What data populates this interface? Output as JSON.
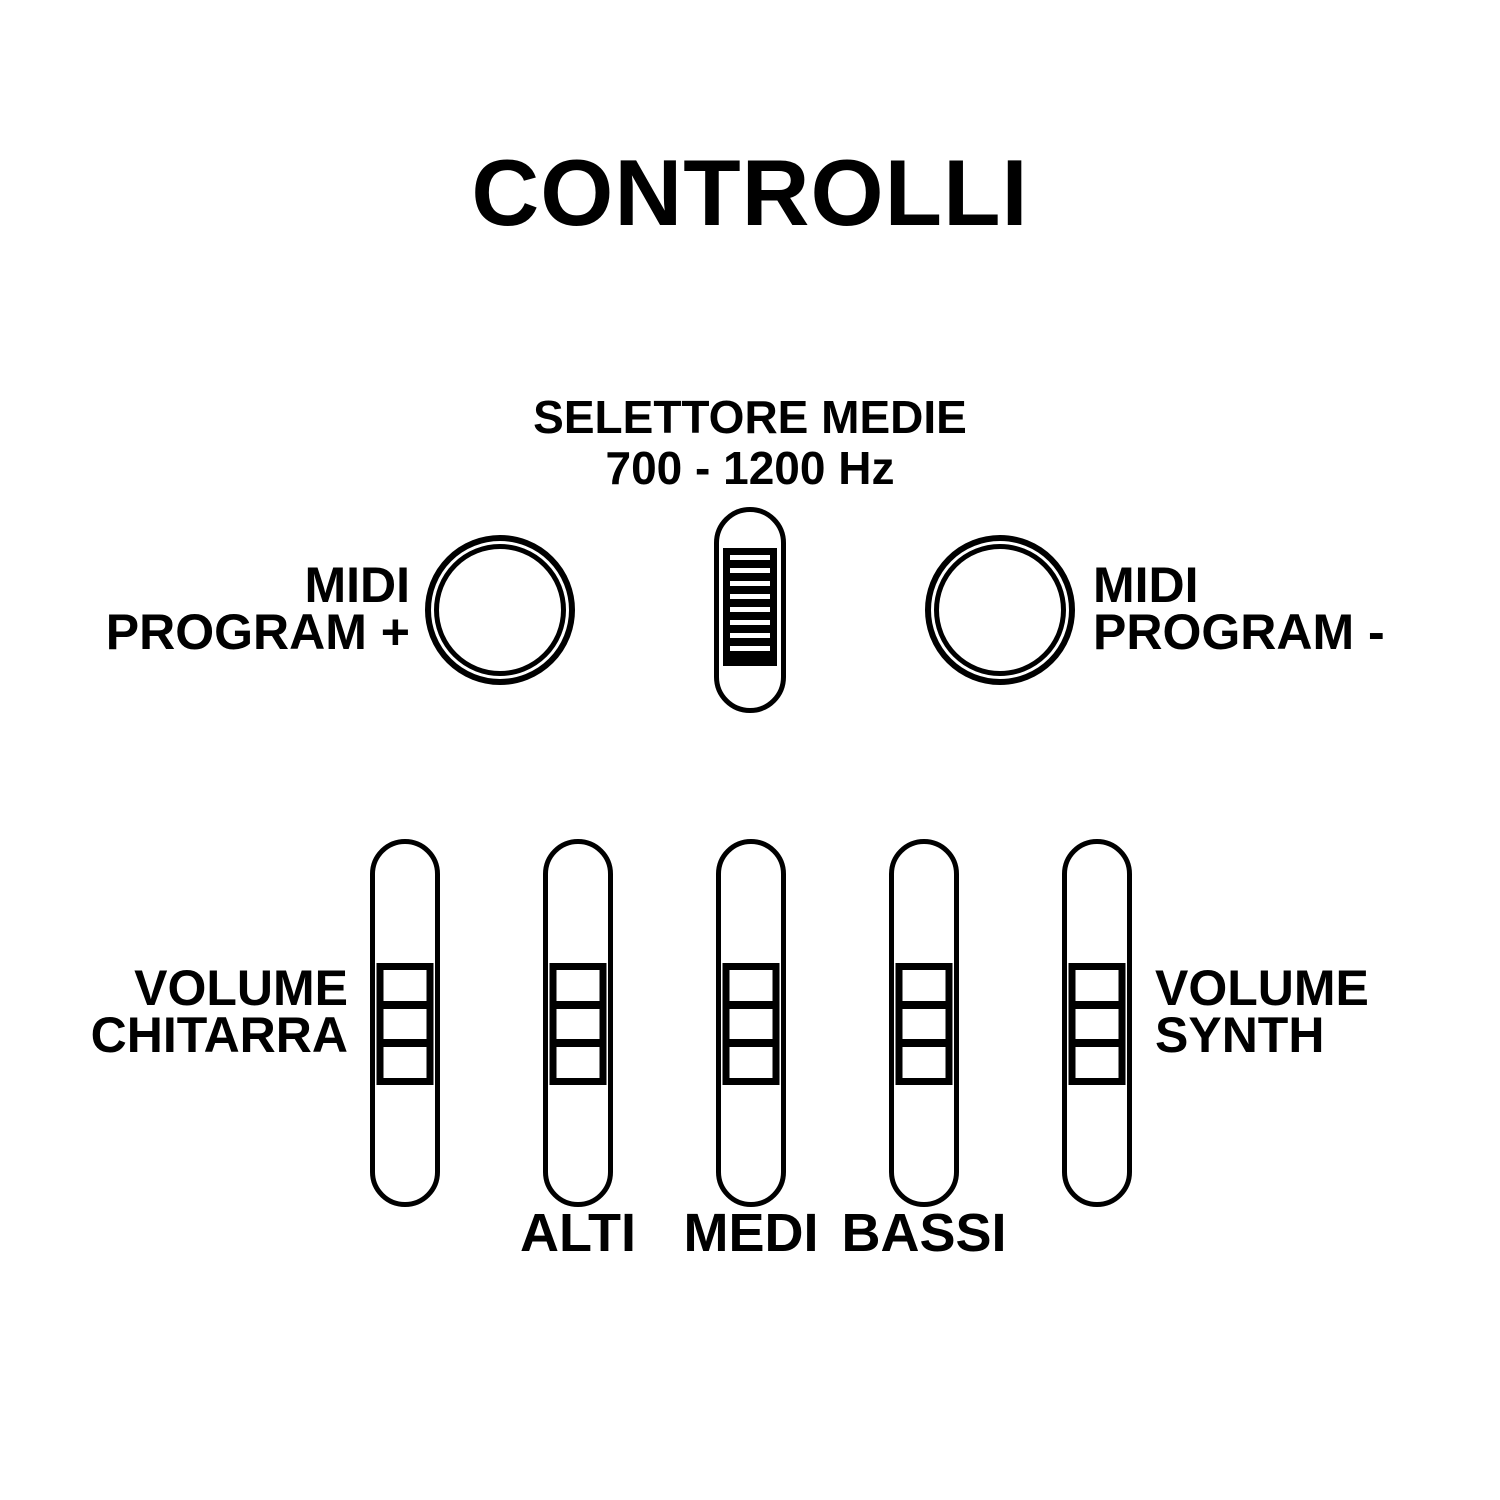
{
  "title": "CONTROLLI",
  "colors": {
    "ink": "#000000",
    "background": "#ffffff"
  },
  "medie_selector": {
    "label_line1": "SELETTORE MEDIE",
    "label_line2": "700 - 1200 Hz"
  },
  "buttons": {
    "midi_program_plus": {
      "line1": "MIDI",
      "line2": "PROGRAM +"
    },
    "midi_program_minus": {
      "line1": "MIDI",
      "line2": "PROGRAM -"
    }
  },
  "sliders": {
    "volume_chitarra": {
      "line1": "VOLUME",
      "line2": "CHITARRA"
    },
    "volume_synth": {
      "line1": "VOLUME",
      "line2": "SYNTH"
    },
    "eq": [
      "ALTI",
      "MEDI",
      "BASSI"
    ]
  }
}
